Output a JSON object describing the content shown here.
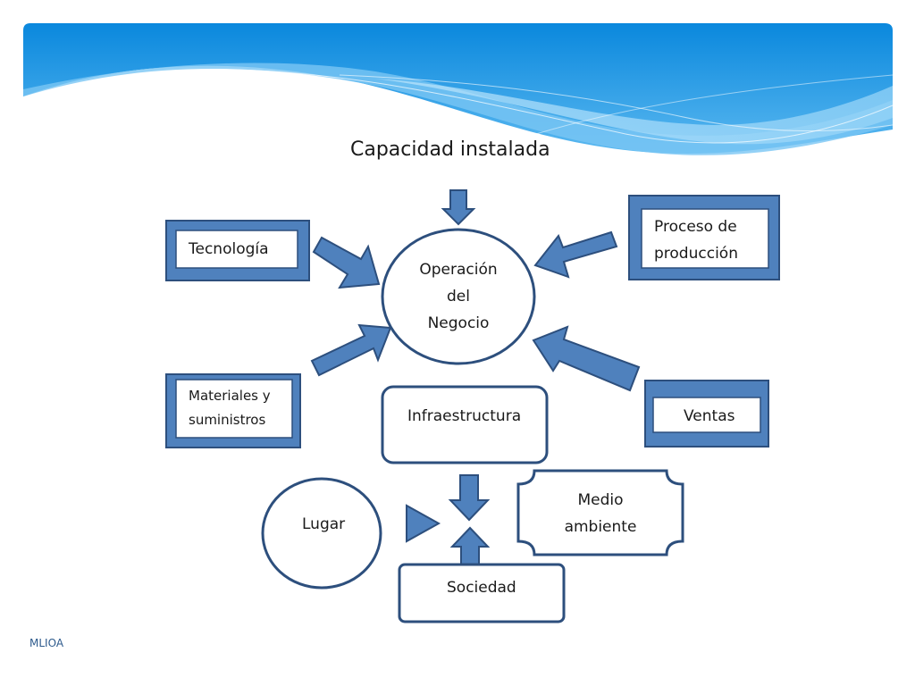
{
  "slide": {
    "title": "Capacidad instalada",
    "footer": "MLIOA"
  },
  "diagram": {
    "center": {
      "line1": "Operación",
      "line2": "del",
      "line3": "Negocio"
    },
    "tecnologia": "Tecnología",
    "proceso": {
      "line1": "Proceso de",
      "line2": "producción"
    },
    "materiales": {
      "line1": "Materiales y",
      "line2": "suministros"
    },
    "ventas": "Ventas",
    "infraestructura": "Infraestructura",
    "lugar": "Lugar",
    "medio_ambiente": {
      "line1": "Medio",
      "line2": "ambiente"
    },
    "sociedad": "Sociedad"
  },
  "colors": {
    "banner_top": "#0f8fe0",
    "banner_light": "#8fd0f8",
    "box_fill": "#4f81bd",
    "stroke_dark": "#2d4f7d"
  }
}
